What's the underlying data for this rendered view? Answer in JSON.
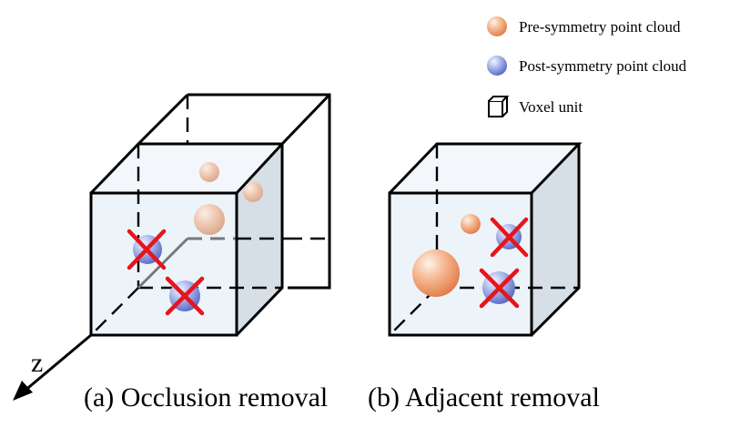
{
  "axis": {
    "label": "z"
  },
  "panels": [
    {
      "caption": "(a) Occlusion removal"
    },
    {
      "caption": "(b) Adjacent removal"
    }
  ],
  "legend": [
    {
      "label": "Pre-symmetry point cloud",
      "icon": "orange-sphere-icon"
    },
    {
      "label": "Post-symmetry point cloud",
      "icon": "blue-sphere-icon"
    },
    {
      "label": "Voxel unit",
      "icon": "cube-icon"
    }
  ],
  "colors": {
    "pre_symmetry": "#f0a070",
    "post_symmetry": "#7f8fd6",
    "removed_mark": "#e8141b",
    "voxel_front_face": "#eaf3fa",
    "voxel_side_face": "#d6dee6"
  }
}
